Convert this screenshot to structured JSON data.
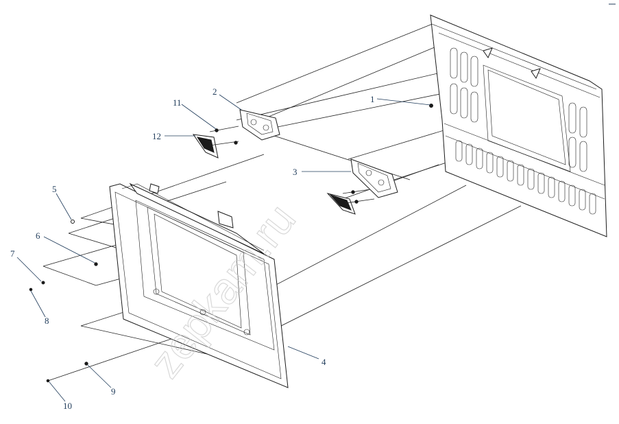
{
  "watermark": "zepkam.ru",
  "callouts": {
    "c1": "1",
    "c2": "2",
    "c3": "3",
    "c4": "4",
    "c5": "5",
    "c6": "6",
    "c7": "7",
    "c8": "8",
    "c9": "9",
    "c10": "10",
    "c11": "11",
    "c12": "12"
  },
  "colors": {
    "callout": "#1f3b5a",
    "line": "#1a1a1a"
  }
}
